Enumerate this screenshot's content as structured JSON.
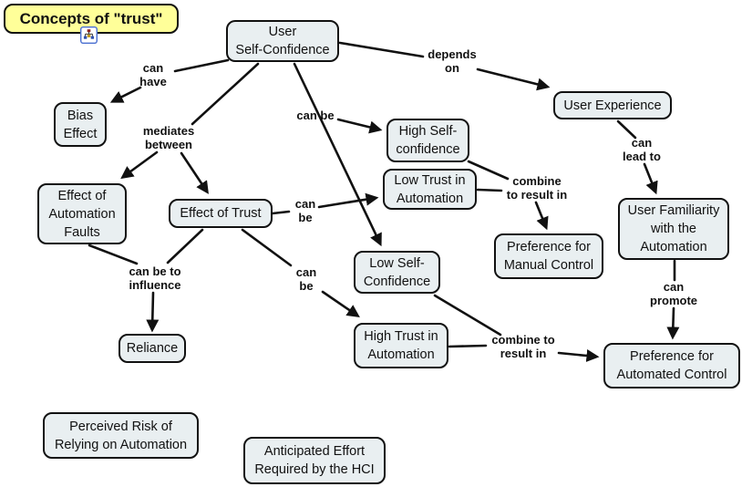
{
  "title": {
    "text": "Concepts of \"trust\"",
    "icon": "concept-map-icon"
  },
  "colors": {
    "node_fill": "#e9eff1",
    "node_border": "#111111",
    "title_fill": "#ffff99",
    "line": "#111111",
    "icon_blue": "#4a6fd0"
  },
  "nodes": {
    "user_self_confidence": "User\nSelf-Confidence",
    "user_experience": "User Experience",
    "bias_effect": "Bias\nEffect",
    "effect_automation_faults": "Effect of\nAutomation\nFaults",
    "effect_of_trust": "Effect of Trust",
    "high_self_confidence": "High Self-\nconfidence",
    "low_trust_automation": "Low Trust in\nAutomation",
    "low_self_confidence": "Low Self-\nConfidence",
    "high_trust_automation": "High Trust in\nAutomation",
    "pref_manual_control": "Preference for\nManual Control",
    "user_familiarity": "User Familiarity\nwith the\nAutomation",
    "pref_automated_control": "Preference for\nAutomated Control",
    "reliance": "Reliance",
    "perceived_risk": "Perceived Risk of\nRelying on Automation",
    "anticipated_effort": "Anticipated Effort\nRequired by the HCI"
  },
  "edge_labels": {
    "can_have": "can\nhave",
    "depends_on": "depends\non",
    "mediates_between": "mediates\nbetween",
    "can_be_1": "can be",
    "can_be_2": "can\nbe",
    "can_be_3": "can\nbe",
    "can_be_to_influence": "can be to\ninfluence",
    "combine_1": "combine\nto result in",
    "combine_2": "combine to\nresult in",
    "can_lead_to": "can\nlead to",
    "can_promote": "can\npromote"
  },
  "edges": [
    {
      "from": "User Self-Confidence",
      "label": "can have",
      "to": "Bias Effect"
    },
    {
      "from": "User Self-Confidence",
      "label": "depends on",
      "to": "User Experience"
    },
    {
      "from": "User Self-Confidence",
      "label": "mediates between",
      "to": "Effect of Automation Faults"
    },
    {
      "from": "User Self-Confidence",
      "label": "mediates between",
      "to": "Effect of Trust"
    },
    {
      "from": "User Self-Confidence",
      "label": "can be",
      "to": "High Self-confidence"
    },
    {
      "from": "User Self-Confidence",
      "label": "can be",
      "to": "Low Self-Confidence"
    },
    {
      "from": "Effect of Trust",
      "label": "can be",
      "to": "Low Trust in Automation"
    },
    {
      "from": "Effect of Trust",
      "label": "can be",
      "to": "High Trust in Automation"
    },
    {
      "from": "Effect of Automation Faults",
      "label": "can be to influence",
      "to": "Reliance"
    },
    {
      "from": "Effect of Trust",
      "label": "can be to influence",
      "to": "Reliance"
    },
    {
      "from": "High Self-confidence",
      "label": "combine to result in",
      "to": "Preference for Manual Control"
    },
    {
      "from": "Low Trust in Automation",
      "label": "combine to result in",
      "to": "Preference for Manual Control"
    },
    {
      "from": "Low Self-Confidence",
      "label": "combine to result in",
      "to": "Preference for Automated Control"
    },
    {
      "from": "High Trust in Automation",
      "label": "combine to result in",
      "to": "Preference for Automated Control"
    },
    {
      "from": "User Experience",
      "label": "can lead to",
      "to": "User Familiarity with the Automation"
    },
    {
      "from": "User Familiarity with the Automation",
      "label": "can promote",
      "to": "Preference for Automated Control"
    }
  ]
}
